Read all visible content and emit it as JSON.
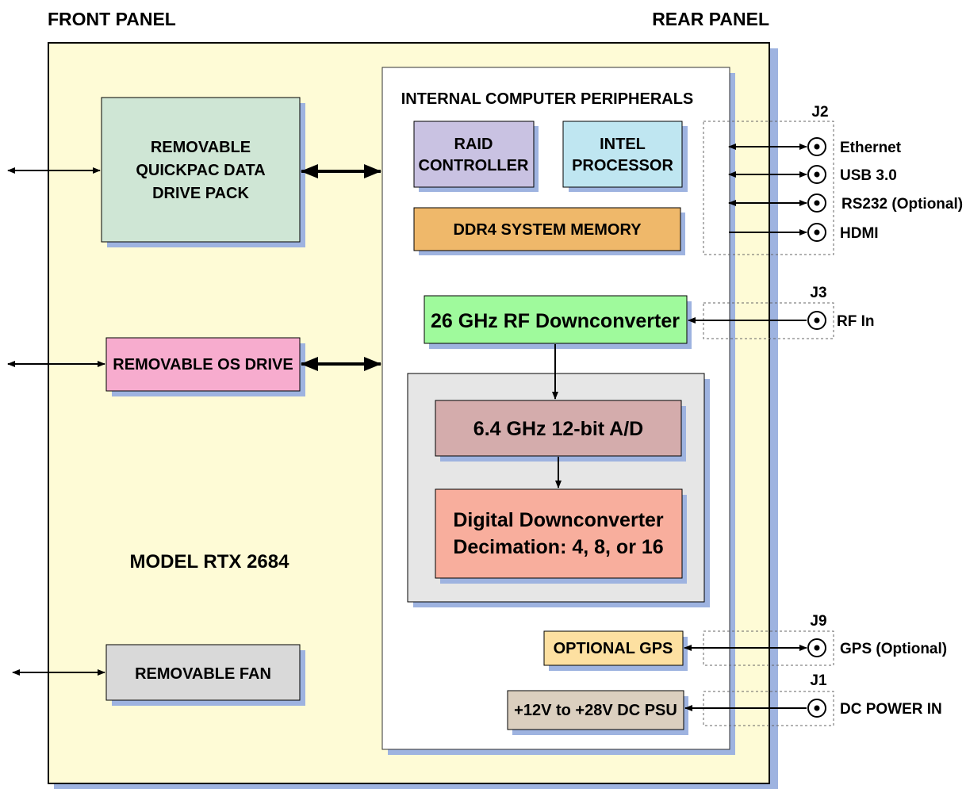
{
  "front_panel_label": "FRONT PANEL",
  "rear_panel_label": "REAR PANEL",
  "model_label": "MODEL RTX 2684",
  "internal_peripherals_label": "INTERNAL COMPUTER PERIPHERALS",
  "blocks": {
    "quickpac": [
      "REMOVABLE",
      "QUICKPAC DATA",
      "DRIVE PACK"
    ],
    "os_drive": "REMOVABLE OS DRIVE",
    "fan": "REMOVABLE FAN",
    "raid": [
      "RAID",
      "CONTROLLER"
    ],
    "intel": [
      "INTEL",
      "PROCESSOR"
    ],
    "ddr4": "DDR4 SYSTEM MEMORY",
    "rf_downconverter": "26 GHz RF Downconverter",
    "adc": "6.4 GHz 12-bit A/D",
    "ddc": [
      "Digital Downconverter",
      "Decimation: 4, 8, or 16"
    ],
    "gps": "OPTIONAL GPS",
    "psu": "+12V to +28V DC PSU"
  },
  "connectors": {
    "j2": {
      "id": "J2",
      "ports": [
        "Ethernet",
        "USB 3.0",
        "RS232 (Optional)",
        "HDMI"
      ]
    },
    "j3": {
      "id": "J3",
      "port": "RF In"
    },
    "j9": {
      "id": "J9",
      "port": "GPS (Optional)"
    },
    "j1": {
      "id": "J1",
      "port": "DC POWER IN"
    }
  },
  "colors": {
    "chassis": "#fefbd6",
    "shadow": "#9eb3e0",
    "quickpac": "#cfe6d5",
    "os_drive": "#f7acce",
    "fan": "#d9d9d9",
    "raid": "#c9c2e2",
    "intel": "#bfe6f1",
    "ddr4": "#efb86a",
    "rf_downconverter": "#9ffa9c",
    "dsp_group": "#e6e6e6",
    "adc": "#d4acac",
    "ddc": "#f8ae9d",
    "gps": "#fde0a1",
    "psu": "#dbcfbf"
  }
}
